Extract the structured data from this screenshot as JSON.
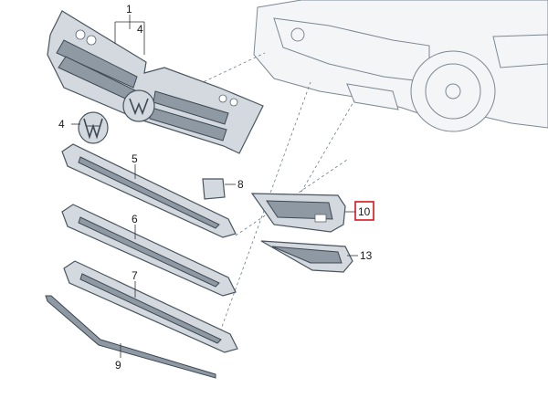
{
  "diagram": {
    "part_labels": {
      "p1": "1",
      "p4_top": "4",
      "p4_left": "4",
      "p5": "5",
      "p6": "6",
      "p7": "7",
      "p8": "8",
      "p9": "9",
      "p10": "10",
      "p13": "13"
    },
    "highlight": {
      "label": "10",
      "color": "#d9141c"
    }
  }
}
